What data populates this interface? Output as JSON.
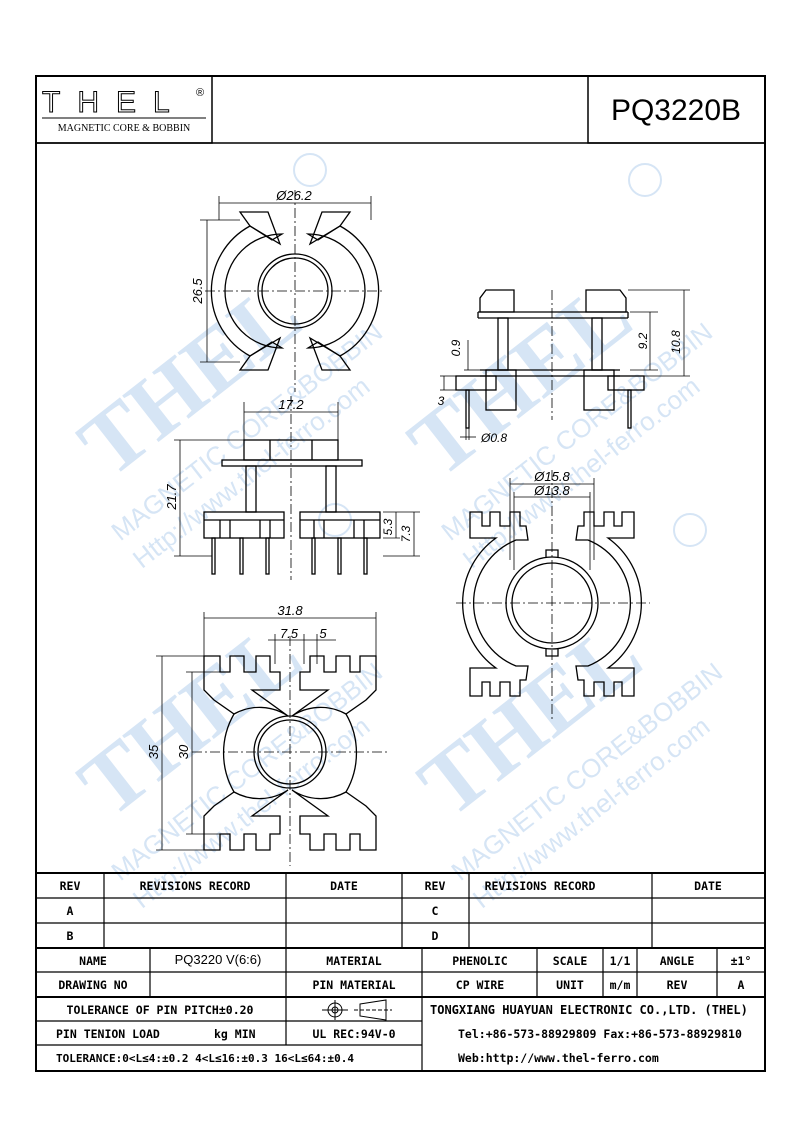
{
  "header": {
    "logo_text": "THEL",
    "logo_registered": "®",
    "logo_subtitle": "MAGNETIC CORE & BOBBIN",
    "part_number": "PQ3220B"
  },
  "watermark": {
    "brand": "THEL",
    "line1": "MAGNETIC CORE&BOBBIN",
    "line2": "Http://www.thel-ferro.com"
  },
  "dimensions": {
    "top_view": {
      "width": "Ø26.2",
      "height": "26.5"
    },
    "side_view": {
      "width": "17.2",
      "height": "21.7",
      "pin_len_a": "5.3",
      "pin_len_b": "7.3"
    },
    "right_side": {
      "flange": "0.9",
      "inner_h": "9.2",
      "outer_h": "10.8",
      "base": "3",
      "pin_dia": "Ø0.8"
    },
    "front_view": {
      "outer_dia": "Ø15.8",
      "inner_dia": "Ø13.8"
    },
    "bottom_view": {
      "width": "31.8",
      "pitch_a": "7.5",
      "pitch_b": "5",
      "height_outer": "35",
      "height_inner": "30"
    }
  },
  "title_block": {
    "rev_header": "REV",
    "records_header": "REVISIONS RECORD",
    "date_header": "DATE",
    "rev_rows_left": [
      "A",
      "B"
    ],
    "rev_rows_right": [
      "C",
      "D"
    ],
    "name_label": "NAME",
    "name_value": "PQ3220 V(6:6)",
    "material_label": "MATERIAL",
    "material_value": "PHENOLIC",
    "scale_label": "SCALE",
    "scale_value": "1/1",
    "angle_label": "ANGLE",
    "angle_value": "±1°",
    "drawing_no_label": "DRAWING NO",
    "pin_material_label": "PIN MATERIAL",
    "pin_material_value": "CP WIRE",
    "unit_label": "UNIT",
    "unit_value": "m/m",
    "rev_label": "REV",
    "rev_value": "A",
    "tolerance_pitch": "TOLERANCE OF PIN PITCH±0.20",
    "pin_tension_label": "PIN TENION LOAD",
    "pin_tension_unit": "kg MIN",
    "ul_rec": "UL REC:94V-0",
    "tolerance": "TOLERANCE:0<L≤4:±0.2  4<L≤16:±0.3  16<L≤64:±0.4",
    "company": "TONGXIANG HUAYUAN ELECTRONIC CO.,LTD.  (THEL)",
    "telfax": "Tel:+86-573-88929809 Fax:+86-573-88929810",
    "web": "Web:http://www.thel-ferro.com"
  }
}
